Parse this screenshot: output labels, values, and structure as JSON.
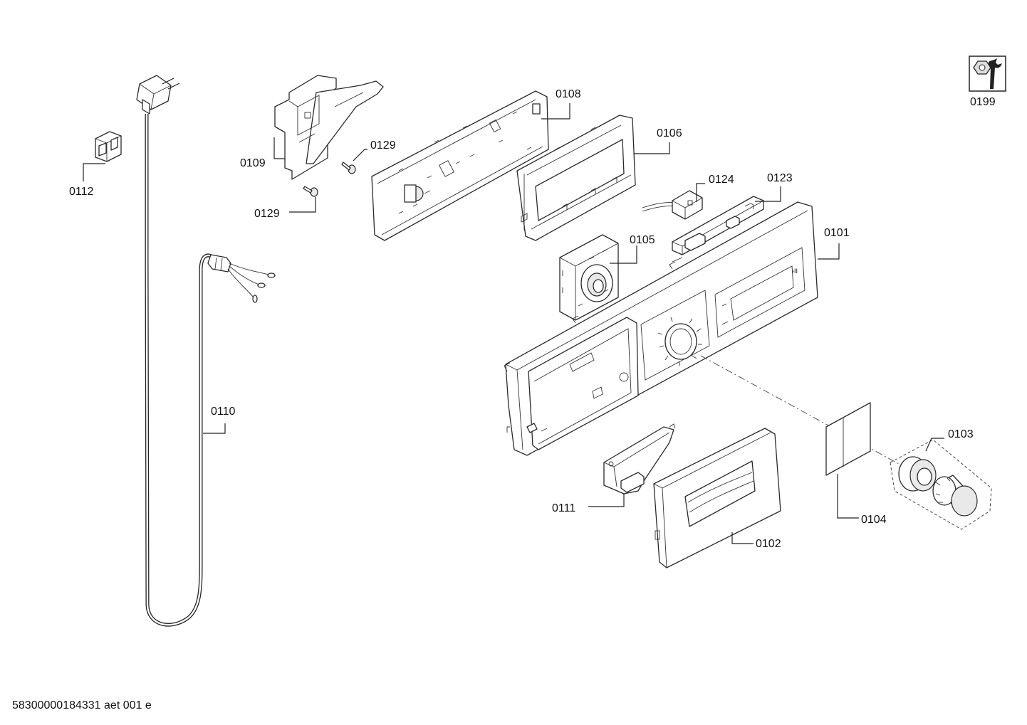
{
  "parts": {
    "p0199": "0199",
    "p0108": "0108",
    "p0106": "0106",
    "p0129a": "0129",
    "p0129b": "0129",
    "p0109": "0109",
    "p0112": "0112",
    "p0124": "0124",
    "p0123": "0123",
    "p0101": "0101",
    "p0105": "0105",
    "p0110": "0110",
    "p0103": "0103",
    "p0104": "0104",
    "p0111": "0111",
    "p0102": "0102"
  },
  "icons": {
    "service_icon": "nut-and-wrench-icon"
  },
  "footer": {
    "doc_code": "58300000184331 aet 001 e"
  }
}
